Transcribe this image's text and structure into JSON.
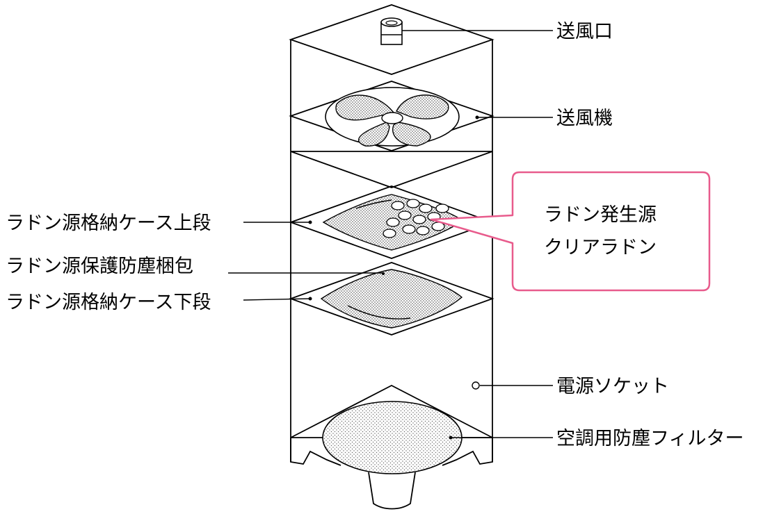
{
  "labels": {
    "outlet": "送風口",
    "blower": "送風機",
    "upper_case": "ラドン源格納ケース上段",
    "protective_pack": "ラドン源保護防塵梱包",
    "lower_case": "ラドン源格納ケース下段",
    "socket": "電源ソケット",
    "filter": "空調用防塵フィルター"
  },
  "callout": {
    "line1": "ラドン発生源",
    "line2": "クリアラドン",
    "border_color": "#e85b8c"
  }
}
